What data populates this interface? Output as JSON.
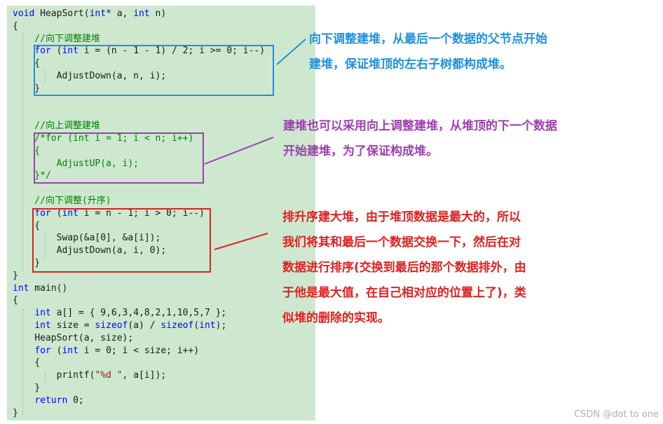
{
  "code_lines": [
    [
      [
        "void ",
        "#0000ff"
      ],
      [
        "HeapSort",
        "#1a1a1a"
      ],
      [
        "(",
        "#1a1a1a"
      ],
      [
        "int",
        "#0000ff"
      ],
      [
        "* a, ",
        "#1a1a1a"
      ],
      [
        "int",
        "#0000ff"
      ],
      [
        " n)",
        "#1a1a1a"
      ]
    ],
    [
      [
        "{",
        "#1a1a1a"
      ]
    ],
    [
      [
        "    //向下调整建堆",
        "#008000"
      ]
    ],
    [
      [
        "    ",
        "#1a1a1a"
      ],
      [
        "for",
        "#0000ff"
      ],
      [
        " (",
        "#1a1a1a"
      ],
      [
        "int",
        "#0000ff"
      ],
      [
        " i = (n - 1 - 1) / 2; i >= 0; i--)",
        "#1a1a1a"
      ]
    ],
    [
      [
        "    {",
        "#1a1a1a"
      ]
    ],
    [
      [
        "        AdjustDown(a, n, i);",
        "#1a1a1a"
      ]
    ],
    [
      [
        "    }",
        "#1a1a1a"
      ]
    ],
    [],
    [],
    [
      [
        "    //向上调整建堆",
        "#008000"
      ]
    ],
    [
      [
        "    /*for (int i = 1; i < n; i++)",
        "#008000"
      ]
    ],
    [
      [
        "    {",
        "#008000"
      ]
    ],
    [
      [
        "        AdjustUP(a, i);",
        "#008000"
      ]
    ],
    [
      [
        "    }*/",
        "#008000"
      ]
    ],
    [],
    [
      [
        "    //向下调整(升序)",
        "#008000"
      ]
    ],
    [
      [
        "    ",
        "#1a1a1a"
      ],
      [
        "for",
        "#0000ff"
      ],
      [
        " (",
        "#1a1a1a"
      ],
      [
        "int",
        "#0000ff"
      ],
      [
        " i = n - 1; i > 0; i--)",
        "#1a1a1a"
      ]
    ],
    [
      [
        "    {",
        "#1a1a1a"
      ]
    ],
    [
      [
        "        Swap(&a[0], &a[i]);",
        "#1a1a1a"
      ]
    ],
    [
      [
        "        AdjustDown(a, i, 0);",
        "#1a1a1a"
      ]
    ],
    [
      [
        "    }",
        "#1a1a1a"
      ]
    ],
    [
      [
        "}",
        "#1a1a1a"
      ]
    ],
    [
      [
        "int",
        "#0000ff"
      ],
      [
        " main()",
        "#1a1a1a"
      ]
    ],
    [
      [
        "{",
        "#1a1a1a"
      ]
    ],
    [
      [
        "    ",
        "#1a1a1a"
      ],
      [
        "int",
        "#0000ff"
      ],
      [
        " a[] = { 9,6,3,4,8,2,1,10,5,7 };",
        "#1a1a1a"
      ]
    ],
    [
      [
        "    ",
        "#1a1a1a"
      ],
      [
        "int",
        "#0000ff"
      ],
      [
        " size = ",
        "#1a1a1a"
      ],
      [
        "sizeof",
        "#0000ff"
      ],
      [
        "(a) / ",
        "#1a1a1a"
      ],
      [
        "sizeof",
        "#0000ff"
      ],
      [
        "(",
        "#1a1a1a"
      ],
      [
        "int",
        "#0000ff"
      ],
      [
        ");",
        "#1a1a1a"
      ]
    ],
    [
      [
        "    HeapSort(a, size);",
        "#1a1a1a"
      ]
    ],
    [
      [
        "    ",
        "#1a1a1a"
      ],
      [
        "for",
        "#0000ff"
      ],
      [
        " (",
        "#1a1a1a"
      ],
      [
        "int",
        "#0000ff"
      ],
      [
        " i = 0; i < size; i++)",
        "#1a1a1a"
      ]
    ],
    [
      [
        "    {",
        "#1a1a1a"
      ]
    ],
    [
      [
        "        printf(",
        "#1a1a1a"
      ],
      [
        "\"%d \"",
        "#a31515"
      ],
      [
        ", a[i]);",
        "#1a1a1a"
      ]
    ],
    [
      [
        "    }",
        "#1a1a1a"
      ]
    ],
    [
      [
        "    ",
        "#1a1a1a"
      ],
      [
        "return",
        "#0000ff"
      ],
      [
        " 0;",
        "#1a1a1a"
      ]
    ],
    [
      [
        "}",
        "#1a1a1a"
      ]
    ]
  ],
  "annotations": {
    "note1": {
      "lines": [
        "向下调整建堆，从最后一个数据的父节点开始",
        "建堆，保证堆顶的左右子树都构成堆。"
      ],
      "color": "#1e90e0"
    },
    "note2": {
      "lines": [
        "建堆也可以采用向上调整建堆，从堆顶的下一个数据",
        "开始建堆，为了保证构成堆。"
      ],
      "color": "#9b3fae"
    },
    "note3": {
      "lines": [
        "排升序建大堆，由于堆顶数据是最大的，所以",
        "我们将其和最后一个数据交换一下，然后在对",
        "数据进行排序(交换到最后的那个数据排外，由",
        "于他是最大值，在自己相对应的位置上了)，类",
        "似堆的删除的实现。"
      ],
      "color": "#e02020"
    }
  },
  "colors": {
    "editor_bg": "#cde8cf",
    "box_blue": "#1e90e0",
    "box_purple": "#9b3fae",
    "box_red": "#e02020"
  },
  "watermark": "CSDN @dot to one"
}
